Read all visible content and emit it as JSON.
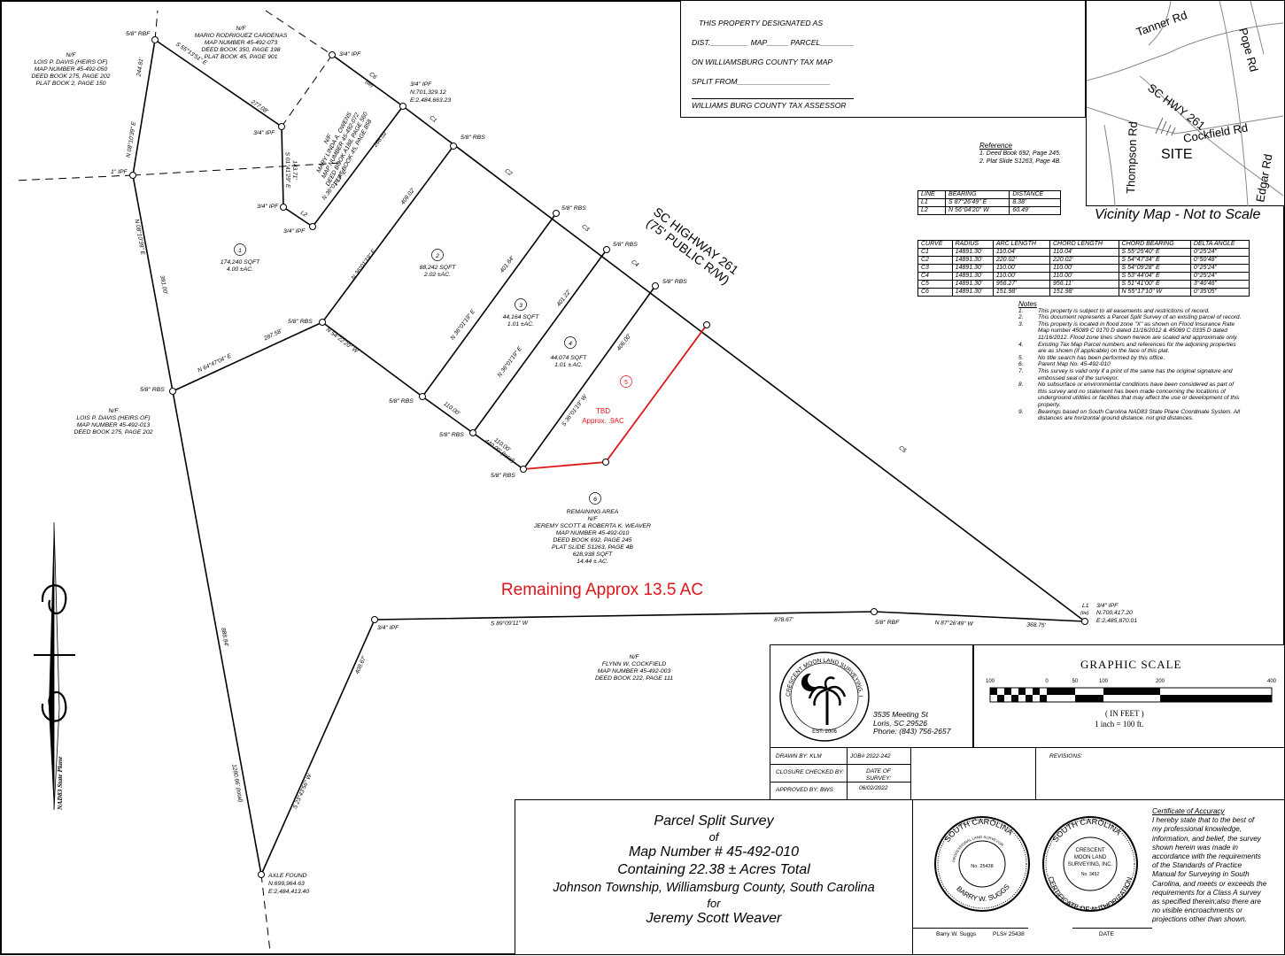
{
  "tax_box": {
    "line1": "THIS PROPERTY DESIGNATED AS",
    "line2": "DIST._________ MAP_____ PARCEL________",
    "line3": "ON WILLIAMSBURG COUNTY TAX MAP",
    "line4": "SPLIT FROM______________________",
    "line5": "WILLIAMS BURG COUNTY TAX ASSESSOR"
  },
  "vicinity": {
    "roads": [
      "Tanner Rd",
      "Pope Rd",
      "SC HWY 261",
      "Cockfield Rd",
      "Thompson Rd",
      "Edgar Rd"
    ],
    "site": "SITE",
    "caption": "Vicinity Map - Not to Scale"
  },
  "reference": {
    "title": "Reference",
    "items": [
      "1.     Deed Book 692, Page 245.",
      "2.     Plat Slide S1263, Page 4B."
    ]
  },
  "line_table": {
    "header": [
      "LINE",
      "BEARING",
      "DISTANCE"
    ],
    "rows": [
      [
        "L1",
        "S 87°26'49\" E",
        "8.38'"
      ],
      [
        "L2",
        "N 56°04'20\" W",
        "60.49'"
      ]
    ]
  },
  "curve_table": {
    "header": [
      "CURVE",
      "RADIUS",
      "ARC LENGTH",
      "CHORD LENGTH",
      "CHORD BEARING",
      "DELTA ANGLE"
    ],
    "rows": [
      [
        "C1",
        "14891.30'",
        "110.04'",
        "110.04'",
        "S 55°25'40\" E",
        "0°25'24\""
      ],
      [
        "C2",
        "14891.30'",
        "220.02'",
        "220.02'",
        "S 54°47'34\" E",
        "0°50'48\""
      ],
      [
        "C3",
        "14891.30'",
        "110.00'",
        "110.00'",
        "S 54°09'28\" E",
        "0°25'24\""
      ],
      [
        "C4",
        "14891.30'",
        "110.00'",
        "110.00'",
        "S 53°44'04\" E",
        "0°25'24\""
      ],
      [
        "C5",
        "14891.30'",
        "956.27'",
        "956.11'",
        "S 51°41'00\" E",
        "3°40'46\""
      ],
      [
        "C6",
        "14891.30'",
        "151.98'",
        "151.98'",
        "N 55°17'10\" W",
        "0°35'05\""
      ]
    ]
  },
  "notes": {
    "title": "Notes",
    "items": [
      [
        "1.",
        "This property is subject to all easements and restrictions of record."
      ],
      [
        "2.",
        "This document represents a Parcel Split Survey of an existing parcel of record."
      ],
      [
        "3.",
        "This property is located in flood zone \"X\" as shown on Flood Insurance Rate"
      ],
      [
        "",
        "Map number 45089 C 0170 D dated 11/16/2012 & 45089 C 0335 D dated"
      ],
      [
        "",
        "11/16/2012. Flood zone lines shown hereon are scaled and approximate only."
      ],
      [
        "4.",
        "Existing Tax Map Parcel numbers and references for the adjoining properties"
      ],
      [
        "",
        "are as shown (if applicable) on the face of this plat."
      ],
      [
        "5.",
        "No title search has been performed by this office."
      ],
      [
        "6.",
        "Parent Map No. 45-492-010"
      ],
      [
        "7.",
        "This survey is valid only if a print of the same has the original signature and"
      ],
      [
        "",
        "embossed seal of the surveyor."
      ],
      [
        "8.",
        "No subsurface or environmental conditions have been considered as part of"
      ],
      [
        "",
        "this survey and no statement has been made concerning the locations of"
      ],
      [
        "",
        "underground utilities or facilities that may affect the use or development of this"
      ],
      [
        "",
        "property."
      ],
      [
        "9.",
        "Bearings based on South Carolina NAD83 State Plane Coordinate System. All"
      ],
      [
        "",
        "distances are horizontal ground distance, not grid distances."
      ]
    ]
  },
  "adjoiners": {
    "a": [
      "N/F",
      "LOIS P. DAVIS (HEIRS OF)",
      "MAP NUMBER 45-492-050",
      "DEED BOOK 275, PAGE 202",
      "PLAT BOOK 2, PAGE 150"
    ],
    "b": [
      "N/F",
      "MARIO RODRIGUEZ CARDENAS",
      "MAP NUMBER 45-492-073",
      "DEED BOOK 350, PAGE 198",
      "PLAT BOOK 45, PAGE 901"
    ],
    "c": [
      "N/F",
      "MARY LINDA A. OWENS",
      "MAP NUMBER 45-492-072",
      "DEED BOOK A188, PAGE 560",
      "PLAT BOOK 45, PAGE 858"
    ],
    "d": [
      "N/F",
      "LOIS P. DAVIS (HEIRS OF)",
      "MAP NUMBER 45-492-013",
      "DEED BOOK 275, PAGE 202"
    ],
    "e": [
      "N/F",
      "FLYNN W. COCKFIELD",
      "MAP NUMBER 45-492-003",
      "DEED BOOK 222, PAGE 111"
    ],
    "f": [
      "REMAINING AREA",
      "N/F",
      "JEREMY SCOTT & ROBERTA K. WEAVER",
      "MAP NUMBER 45-492-010",
      "DEED BOOK 692, PAGE 245",
      "PLAT SLIDE S1263, PAGE 4B",
      "628,938 SQFT",
      "14.44 ± AC."
    ]
  },
  "lots": {
    "l1": [
      "1",
      "174,240 SQFT",
      "4.00 ±AC."
    ],
    "l2": [
      "2",
      "88,242 SQFT",
      "2.02 ±AC."
    ],
    "l3": [
      "3",
      "44,164 SQFT",
      "1.01 ±AC."
    ],
    "l4": [
      "4",
      "44,074 SQFT",
      "1.01 ± AC."
    ],
    "l5": [
      "5",
      "TBD",
      "Approx. .9AC"
    ],
    "l6": "6"
  },
  "highway": [
    "SC HIGHWAY 261",
    "(75' PUBLIC R/W)"
  ],
  "remaining": "Remaining Approx 13.5 AC",
  "monuments": {
    "m1": "5/8\" RBF",
    "m2": "3/4\" IPF",
    "m3": "3/4\" IPF",
    "m4": "N:701,329.12",
    "m5": "E:2,484,663.23",
    "m6": "1\" IPF",
    "m7": "3/4\" IPF",
    "m8": "3/4\" IPF",
    "m9": "3/4\" IPF",
    "m10": "5/8\" RBS",
    "m11": "5/8\" RBS",
    "m12": "5/8\" RBS",
    "m13": "5/8\" RBS",
    "m14": "5/8\" RBS",
    "m15": "5/8\" RBS",
    "m16": "5/8\" RBS",
    "m17": "5/8\" RBS",
    "m18": "5/8\" RBS",
    "m19": "3/4\" IPF",
    "m20": "5/8\" RBF",
    "m21": "L1",
    "m22": "(tie)",
    "m23": "3/4\" IPF",
    "m24": "N:700,417.20",
    "m25": "E:2,485,870.01",
    "m26": "AXLE FOUND",
    "m27": "N:699,964.63",
    "m28": "E:2,484,413.40"
  },
  "dims": {
    "d1": "S 55°13'51\" E",
    "d2": "244.81'",
    "d3": "N 08°10'39\" E",
    "d4": "277.08'",
    "d5": "S 01°41'29\" E",
    "d6": "143.71'",
    "d7": "N 36°01'19\" E",
    "d8": "268.02'",
    "d9": "409.02'",
    "d10": "N 36°01'19\" E",
    "d11": "N 08°10'39\" E",
    "d12": "391.00'",
    "d13": "N 64°47'04\" E",
    "d14": "287.58'",
    "d15": "N 54°22'20\" W",
    "d16": "401.64'",
    "d17": "N 36°01'19\" E",
    "d18": "401.22'",
    "d19": "N 36°01'19\" E",
    "d20": "406.00'",
    "d21": "S 36°01'19\" W",
    "d22": "110.00'",
    "d23": "110.00'",
    "d24": "440.00' (total)",
    "d25": "S 89°09'11\" W",
    "d26": "878.67'",
    "d27": "N 87°26'49\" W",
    "d28": "368.75'",
    "d29": "408.67'",
    "d30": "S 23°43'56\" W",
    "d31": "888.84'",
    "d32": "1280.66' (total)",
    "d33": "C1",
    "d34": "C2",
    "d35": "C3",
    "d36": "C4",
    "d37": "C5",
    "d38": "C6",
    "d39": "(tie)",
    "d40": "L2"
  },
  "north": "NAD83 State Plane",
  "company": {
    "ring": "CRESCENT MOON LAND SURVEYING, INC.",
    "est": "EST. 2006",
    "address": [
      "3535 Meeting St",
      "Loris, SC 29526",
      "Phone: (843) 756-2657"
    ]
  },
  "scale": {
    "title": "GRAPHIC  SCALE",
    "ticks": [
      "100",
      "0",
      "50",
      "100",
      "200",
      "400"
    ],
    "units": "( IN FEET )",
    "ratio": "1  inch  =  100  ft."
  },
  "info": {
    "drawn": "DRAWN BY:  KLM",
    "job": "JOB# 2022-242",
    "closure": "CLOSURE CHECKED BY:",
    "approved": "APPROVED BY: BWS",
    "date_label": "DATE OF SURVEY:",
    "date": "06/02/2022",
    "revisions": "REVISIONS:"
  },
  "title_block": [
    "Parcel Split Survey",
    "of",
    "Map Number # 45-492-010",
    "Containing 22.38 ± Acres Total",
    "Johnson Township, Williamsburg County, South Carolina",
    "for",
    "Jeremy Scott Weaver"
  ],
  "seals": {
    "s1": [
      "SOUTH CAROLINA",
      "PROFESSIONAL LAND SURVEYOR",
      "No. 25438",
      "BARRY W. SUGGS"
    ],
    "s2": [
      "SOUTH CAROLINA",
      "CRESCENT",
      "MOON LAND",
      "SURVEYING, INC.",
      "No. 3452",
      "CERTIFICATE OF AUTHORIZATION"
    ]
  },
  "signature": [
    "Barry W. Suggs",
    "PLS# 25438",
    "DATE"
  ],
  "certificate": {
    "title": "Certificate of Accuracy",
    "lines": [
      "I hereby state that to the best of",
      "my professional knowledge,",
      "information, and belief, the survey",
      "shown herein was made in",
      "accordance with the requirements",
      "of the Standards of Practice",
      "Manual for Surveying in South",
      "Carolina, and meets or exceeds the",
      "requirements for a Class A survey",
      "as specified therein;also there are",
      "no visible encroachments or",
      "projections other than shown."
    ]
  },
  "colors": {
    "red": "#e0151a",
    "line": "#000000"
  }
}
